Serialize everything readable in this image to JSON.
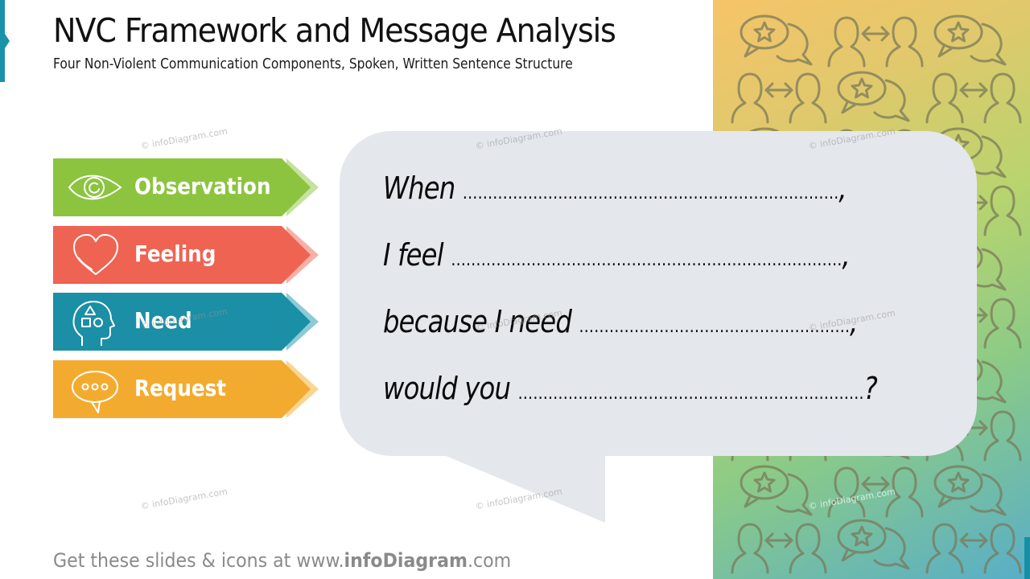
{
  "header": {
    "title": "NVC Framework and Message Analysis",
    "subtitle": "Four Non-Violent Communication Components, Spoken, Written Sentence Structure"
  },
  "components": [
    {
      "label": "Observation",
      "icon": "eye-icon",
      "color": "#8cc43f",
      "tip_color": "#c5e2a0"
    },
    {
      "label": "Feeling",
      "icon": "heart-icon",
      "color": "#ef6352",
      "tip_color": "#f7b0a8"
    },
    {
      "label": "Need",
      "icon": "head-shapes-icon",
      "color": "#1a8fa6",
      "tip_color": "#8ccbd6"
    },
    {
      "label": "Request",
      "icon": "speech-bubble-dots-icon",
      "color": "#f3ab2f",
      "tip_color": "#f9d594"
    }
  ],
  "sentence": {
    "lines": [
      {
        "lead": "When",
        "dots": "…………………………………………………………………",
        "end": ","
      },
      {
        "lead": "I feel",
        "dots": "……………………………………………………………………",
        "end": ","
      },
      {
        "lead": "because I need",
        "dots": "………………………………………………",
        "end": ","
      },
      {
        "lead": "would you",
        "dots": "……………………………………………………………",
        "end": "?"
      }
    ],
    "bubble_color": "#e4e7ec"
  },
  "watermark": "© infoDiagram.com",
  "footer": {
    "prefix": "Get these slides & icons at www.",
    "brand": "infoDiagram",
    "suffix": ".com"
  },
  "colors": {
    "accent": "#1a93a8",
    "pattern_gradient_start": "#f6c468",
    "pattern_gradient_end": "#58aec8"
  }
}
